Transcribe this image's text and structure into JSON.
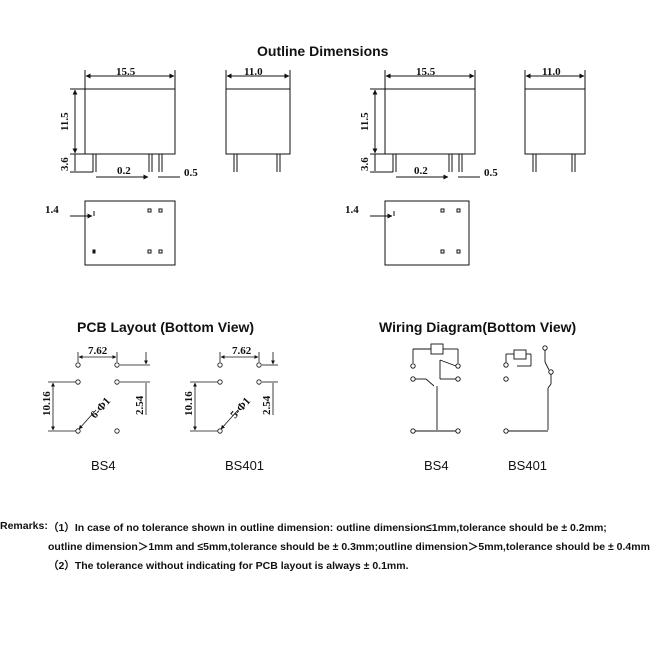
{
  "sections": {
    "outline_title": "Outline Dimensions",
    "pcb_title": "PCB Layout (Bottom View)",
    "wiring_title": "Wiring Diagram(Bottom View)"
  },
  "dims": {
    "width": "15.5",
    "depth": "11.0",
    "height": "11.5",
    "pin_len": "3.6",
    "pin_gap": "0.2",
    "pin_w": "0.5",
    "offset": "1.4"
  },
  "pcb": {
    "pitch": "7.62",
    "height": "10.16",
    "spacing": "2.54",
    "hole_bs4": "6-Φ1",
    "hole_bs401": "5-Φ1"
  },
  "captions": {
    "pcb_a": "BS4",
    "pcb_b": "BS401",
    "wire_a": "BS4",
    "wire_b": "BS401"
  },
  "remarks": {
    "label": "Remarks:",
    "line1": "（1）In case of no tolerance shown in outline dimension: outline dimension≤1mm,tolerance should be  ± 0.2mm;",
    "line2": "outline dimension＞1mm and  ≤5mm,tolerance should be  ± 0.3mm;outline dimension＞5mm,tolerance should be  ± 0.4mm.",
    "line3": "（2）The tolerance without indicating for PCB layout is always  ± 0.1mm."
  }
}
